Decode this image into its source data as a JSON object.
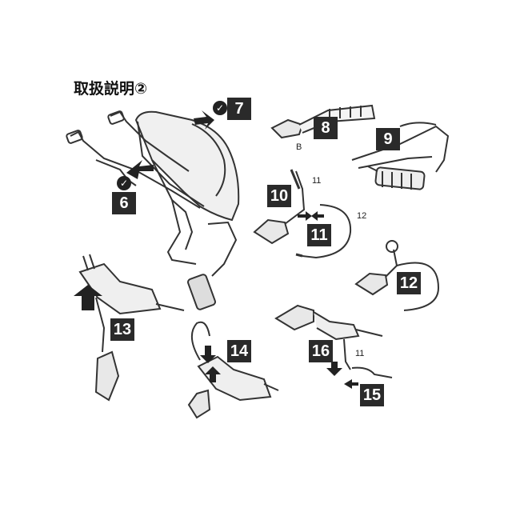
{
  "title": "取扱説明②",
  "steps": {
    "s6": "6",
    "s7": "7",
    "s8": "8",
    "s9": "9",
    "s10": "10",
    "s11a": "11",
    "s12": "12",
    "s13": "13",
    "s14": "14",
    "s15": "15",
    "s16": "16"
  },
  "callouts": {
    "b": "B",
    "c11_top": "11",
    "c12": "12",
    "c11_bottom": "11"
  },
  "check_glyph": "✓",
  "colors": {
    "ink": "#2a2a2a",
    "line": "#333333",
    "fill_light": "#e8e8e8",
    "fill_mid": "#cfcfcf"
  }
}
